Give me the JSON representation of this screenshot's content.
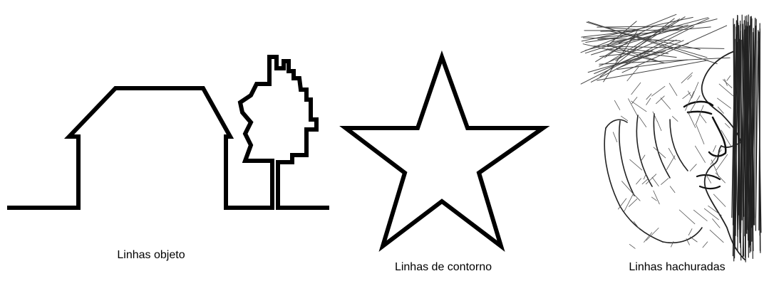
{
  "illustration": {
    "colors": {
      "stroke": "#000000",
      "background": "#ffffff",
      "sketch_gray": "#3a3a3a"
    },
    "panels": [
      {
        "id": "object-lines",
        "icon": "house-and-tree-outline",
        "caption": "Linhas objeto"
      },
      {
        "id": "contour-lines",
        "icon": "star-outline",
        "caption": "Linhas de contorno"
      },
      {
        "id": "hatched-lines",
        "icon": "hatched-face-sketch",
        "caption": "Linhas hachuradas"
      }
    ]
  }
}
